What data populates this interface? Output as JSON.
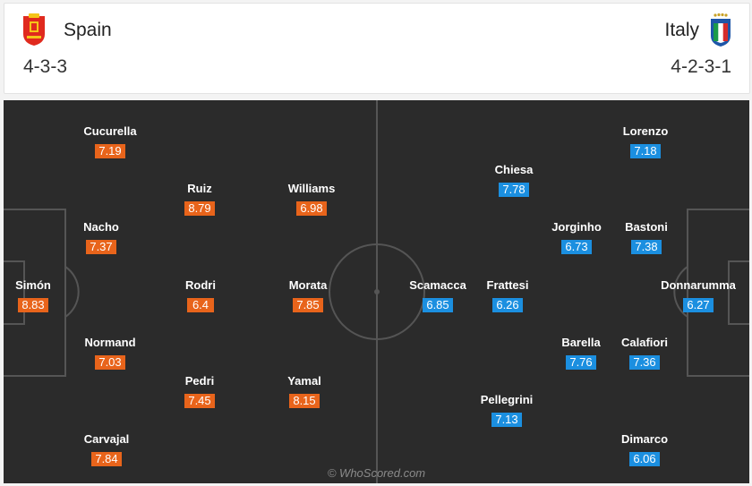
{
  "home": {
    "name": "Spain",
    "formation": "4-3-3",
    "accent": "#e8641b",
    "crest_icon": "spain-crest-icon",
    "players": [
      {
        "name": "Cucurella",
        "rating": "7.19"
      },
      {
        "name": "Nacho",
        "rating": "7.37"
      },
      {
        "name": "Simón",
        "rating": "8.83"
      },
      {
        "name": "Normand",
        "rating": "7.03"
      },
      {
        "name": "Carvajal",
        "rating": "7.84"
      },
      {
        "name": "Ruiz",
        "rating": "8.79"
      },
      {
        "name": "Rodri",
        "rating": "6.4"
      },
      {
        "name": "Pedri",
        "rating": "7.45"
      },
      {
        "name": "Williams",
        "rating": "6.98"
      },
      {
        "name": "Morata",
        "rating": "7.85"
      },
      {
        "name": "Yamal",
        "rating": "8.15"
      }
    ]
  },
  "away": {
    "name": "Italy",
    "formation": "4-2-3-1",
    "accent": "#1b8fe0",
    "crest_icon": "italy-crest-icon",
    "players": [
      {
        "name": "Lorenzo",
        "rating": "7.18"
      },
      {
        "name": "Chiesa",
        "rating": "7.78"
      },
      {
        "name": "Jorginho",
        "rating": "6.73"
      },
      {
        "name": "Bastoni",
        "rating": "7.38"
      },
      {
        "name": "Scamacca",
        "rating": "6.85"
      },
      {
        "name": "Frattesi",
        "rating": "6.26"
      },
      {
        "name": "Donnarumma",
        "rating": "6.27"
      },
      {
        "name": "Barella",
        "rating": "7.76"
      },
      {
        "name": "Calafiori",
        "rating": "7.36"
      },
      {
        "name": "Pellegrini",
        "rating": "7.13"
      },
      {
        "name": "Dimarco",
        "rating": "6.06"
      }
    ]
  },
  "watermark": "© WhoScored.com"
}
